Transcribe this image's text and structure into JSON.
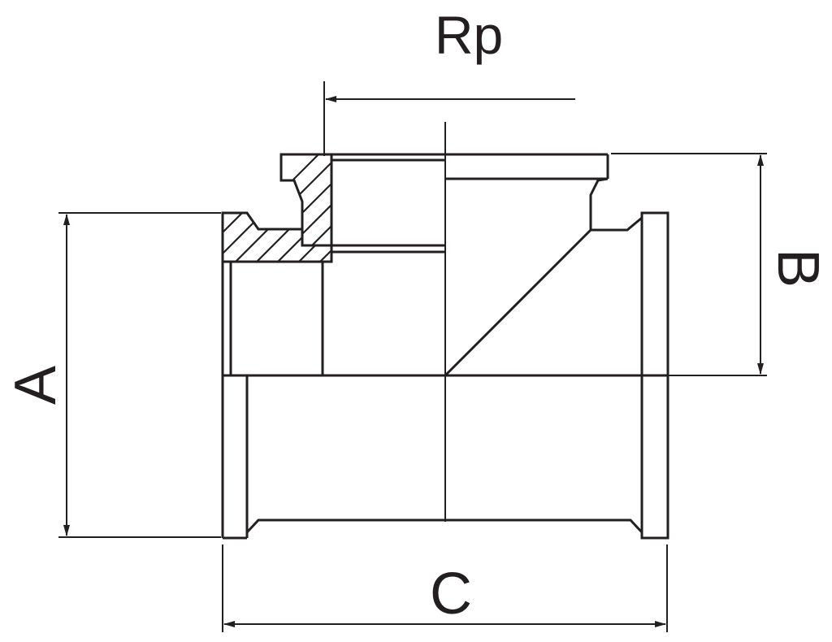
{
  "dimensions": {
    "rp": "Rp",
    "a": "A",
    "b": "B",
    "c": "C"
  },
  "colors": {
    "ink": "#231f20",
    "background": "#ffffff"
  }
}
